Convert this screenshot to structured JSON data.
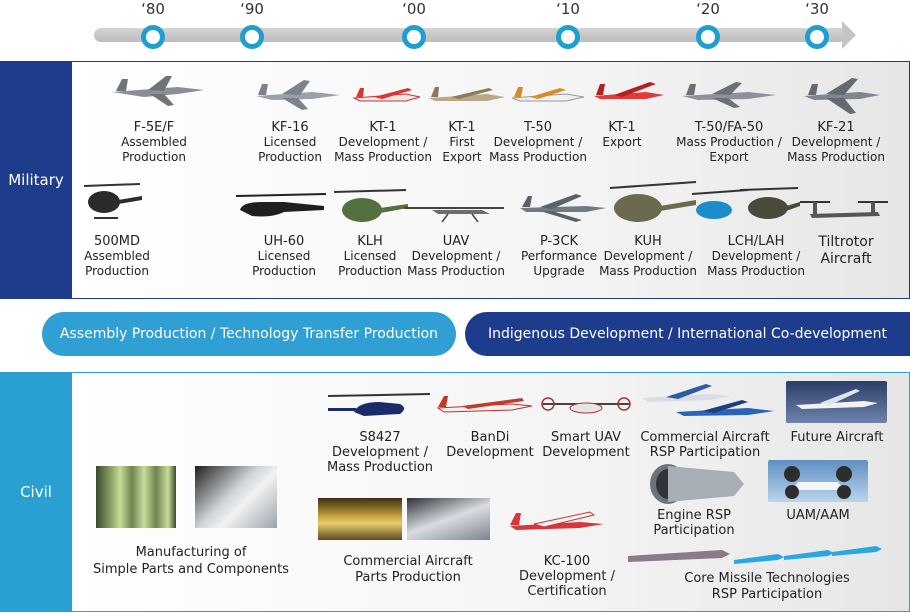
{
  "timeline": {
    "years": [
      "‘80",
      "‘90",
      "‘00",
      "‘10",
      "‘20",
      "‘30"
    ],
    "accent_color": "#1e9fd0",
    "track_color": "#c4c4c4"
  },
  "sections": {
    "military_label": "Military",
    "civil_label": "Civil",
    "military_color": "#1e3c8c",
    "civil_color": "#2aa0d2"
  },
  "phases": {
    "left": "Assembly Production / Technology Transfer Production",
    "right": "Indigenous Development / International Co-development"
  },
  "military": {
    "row1": [
      {
        "name": "F-5E/F",
        "l1": "Assembled",
        "l2": "Production"
      },
      {
        "name": "KF-16",
        "l1": "Licensed",
        "l2": "Production"
      },
      {
        "name": "KT-1",
        "l1": "Development /",
        "l2": "Mass Production"
      },
      {
        "name": "KT-1",
        "l1": "First",
        "l2": "Export"
      },
      {
        "name": "T-50",
        "l1": "Development /",
        "l2": "Mass Production"
      },
      {
        "name": "KT-1",
        "l1": "Export",
        "l2": ""
      },
      {
        "name": "T-50/FA-50",
        "l1": "Mass Production /",
        "l2": "Export"
      },
      {
        "name": "KF-21",
        "l1": "Development /",
        "l2": "Mass Production"
      }
    ],
    "row2": [
      {
        "name": "500MD",
        "l1": "Assembled",
        "l2": "Production"
      },
      {
        "name": "UH-60",
        "l1": "Licensed",
        "l2": "Production"
      },
      {
        "name": "KLH",
        "l1": "Licensed",
        "l2": "Production"
      },
      {
        "name": "UAV",
        "l1": "Development /",
        "l2": "Mass Production"
      },
      {
        "name": "P-3CK",
        "l1": "Performance",
        "l2": "Upgrade"
      },
      {
        "name": "KUH",
        "l1": "Development /",
        "l2": "Mass Production"
      },
      {
        "name": "LCH/LAH",
        "l1": "Development /",
        "l2": "Mass Production"
      },
      {
        "name": "Tiltrotor",
        "l1": "Aircraft",
        "l2": ""
      }
    ]
  },
  "civil": {
    "parts": {
      "l1": "Manufacturing of",
      "l2": "Simple Parts and Components"
    },
    "s8427": {
      "l1": "S8427",
      "l2": "Development /",
      "l3": "Mass Production"
    },
    "bandi": {
      "l1": "BanDi",
      "l2": "Development"
    },
    "smart_uav": {
      "l1": "Smart UAV",
      "l2": "Development"
    },
    "commercial_rsp": {
      "l1": "Commercial Aircraft",
      "l2": "RSP Participation"
    },
    "future": {
      "l1": "Future Aircraft"
    },
    "engine": {
      "l1": "Engine RSP",
      "l2": "Participation"
    },
    "uam": {
      "l1": "UAM/AAM"
    },
    "comm_parts": {
      "l1": "Commercial Aircraft",
      "l2": "Parts Production"
    },
    "kc100": {
      "l1": "KC-100",
      "l2": "Development /",
      "l3": "Certification"
    },
    "missile": {
      "l1": "Core Missile Technologies",
      "l2": "RSP Participation"
    }
  }
}
